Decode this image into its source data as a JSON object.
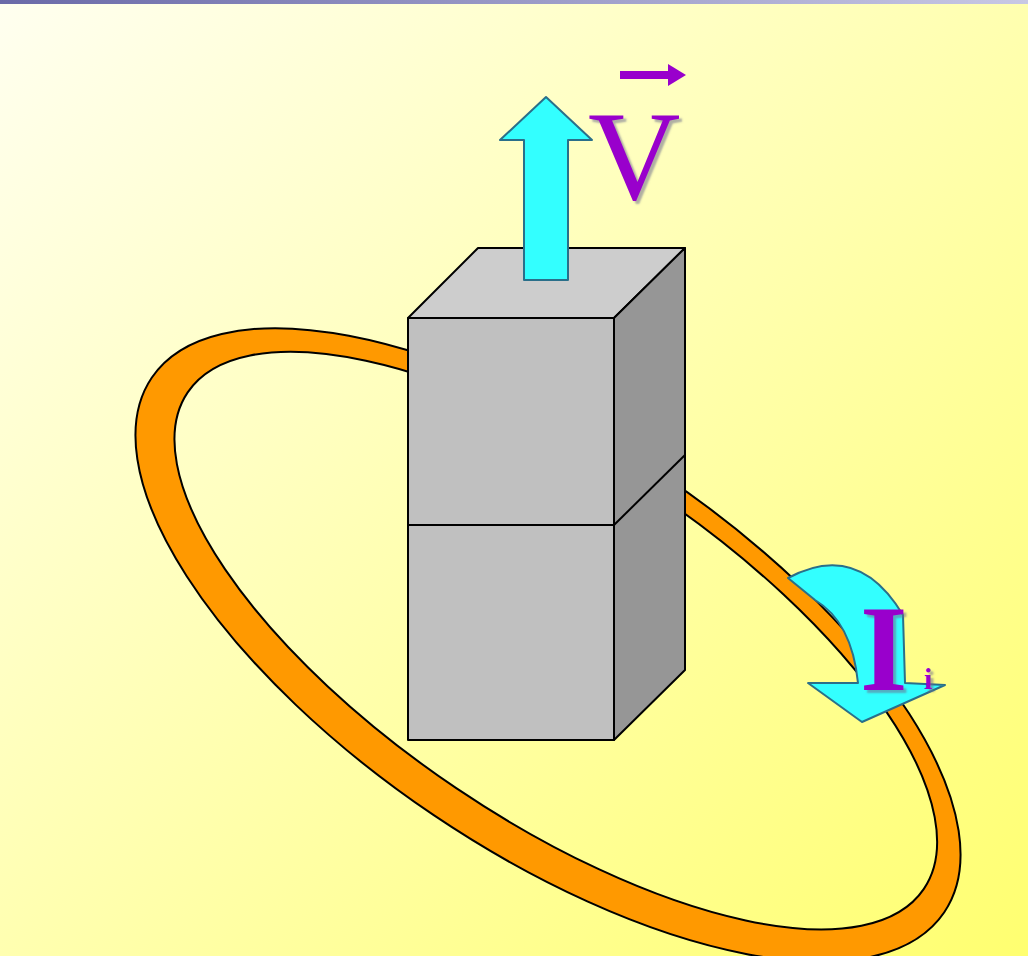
{
  "diagram": {
    "labels": [
      "V",
      "I",
      "i"
    ]
  }
}
